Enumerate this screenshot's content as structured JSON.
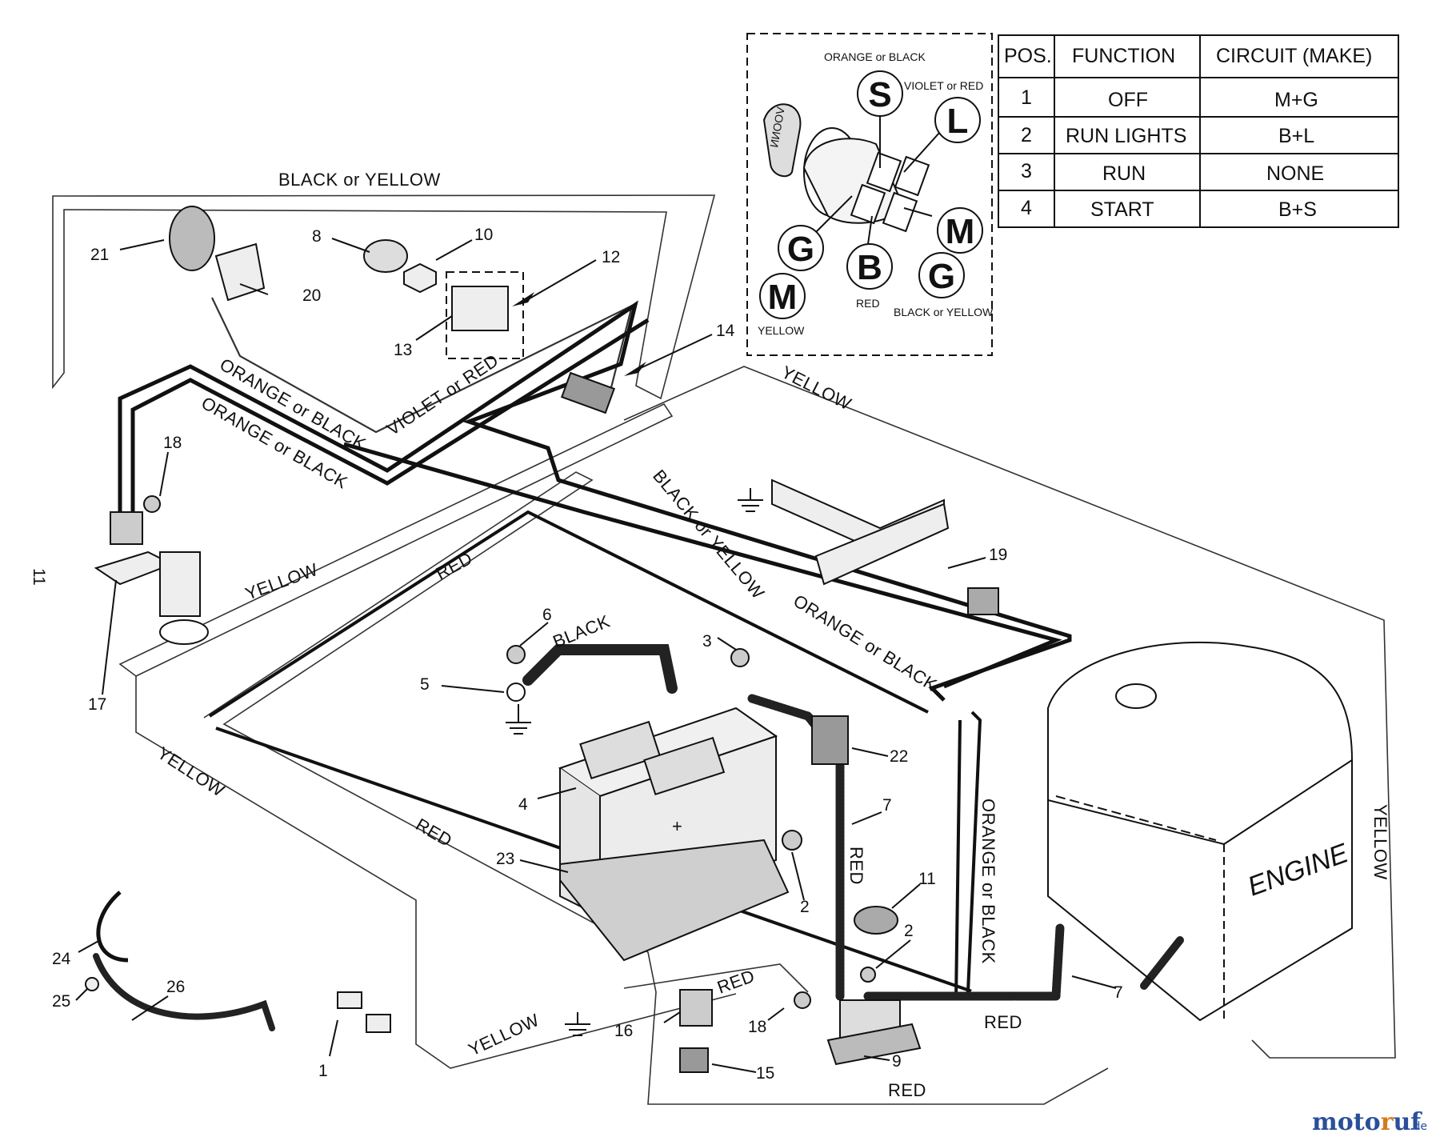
{
  "wire_labels": {
    "black_or_yellow_top": "BLACK or YELLOW",
    "orange_or_black_1": "ORANGE or BLACK",
    "orange_or_black_2": "ORANGE or BLACK",
    "violet_or_red": "VIOLET or RED",
    "yellow_top_right": "YELLOW",
    "black_or_yellow_mid": "BLACK or YELLOW",
    "red_mid": "RED",
    "yellow_left": "YELLOW",
    "yellow_far_left": "YELLOW",
    "orange_or_black_3": "ORANGE or BLACK",
    "orange_or_black_vertical": "ORANGE or BLACK",
    "black_battery": "BLACK",
    "red_left_diag": "RED",
    "red_vertical": "RED",
    "red_bottom_1": "RED",
    "red_bottom_2": "RED",
    "red_bottom_3": "RED",
    "yellow_bottom": "YELLOW",
    "yellow_right": "YELLOW"
  },
  "engine_label": "ENGINE",
  "side_number": "11",
  "callouts": [
    "1",
    "2",
    "2",
    "3",
    "4",
    "5",
    "6",
    "7",
    "7",
    "8",
    "9",
    "10",
    "11",
    "12",
    "13",
    "14",
    "15",
    "16",
    "17",
    "18",
    "18",
    "19",
    "20",
    "21",
    "22",
    "23",
    "24",
    "25",
    "26"
  ],
  "switch_inset": {
    "terminals": [
      "S",
      "L",
      "G",
      "M",
      "B",
      "G",
      "M"
    ],
    "wire_labels": {
      "s": "ORANGE or BLACK",
      "l": "VIOLET or RED",
      "b": "RED",
      "g": "BLACK or YELLOW",
      "m": "YELLOW"
    },
    "key_text": "ИИOOV"
  },
  "table": {
    "headers": [
      "POS.",
      "FUNCTION",
      "CIRCUIT  (MAKE)"
    ],
    "rows": [
      [
        "1",
        "OFF",
        "M+G"
      ],
      [
        "2",
        "RUN LIGHTS",
        "B+L"
      ],
      [
        "3",
        "RUN",
        "NONE"
      ],
      [
        "4",
        "START",
        "B+S"
      ]
    ]
  },
  "watermark": {
    "brand_a": "moto",
    "brand_b": "r",
    "brand_c": "uf",
    "suffix": ".de"
  }
}
